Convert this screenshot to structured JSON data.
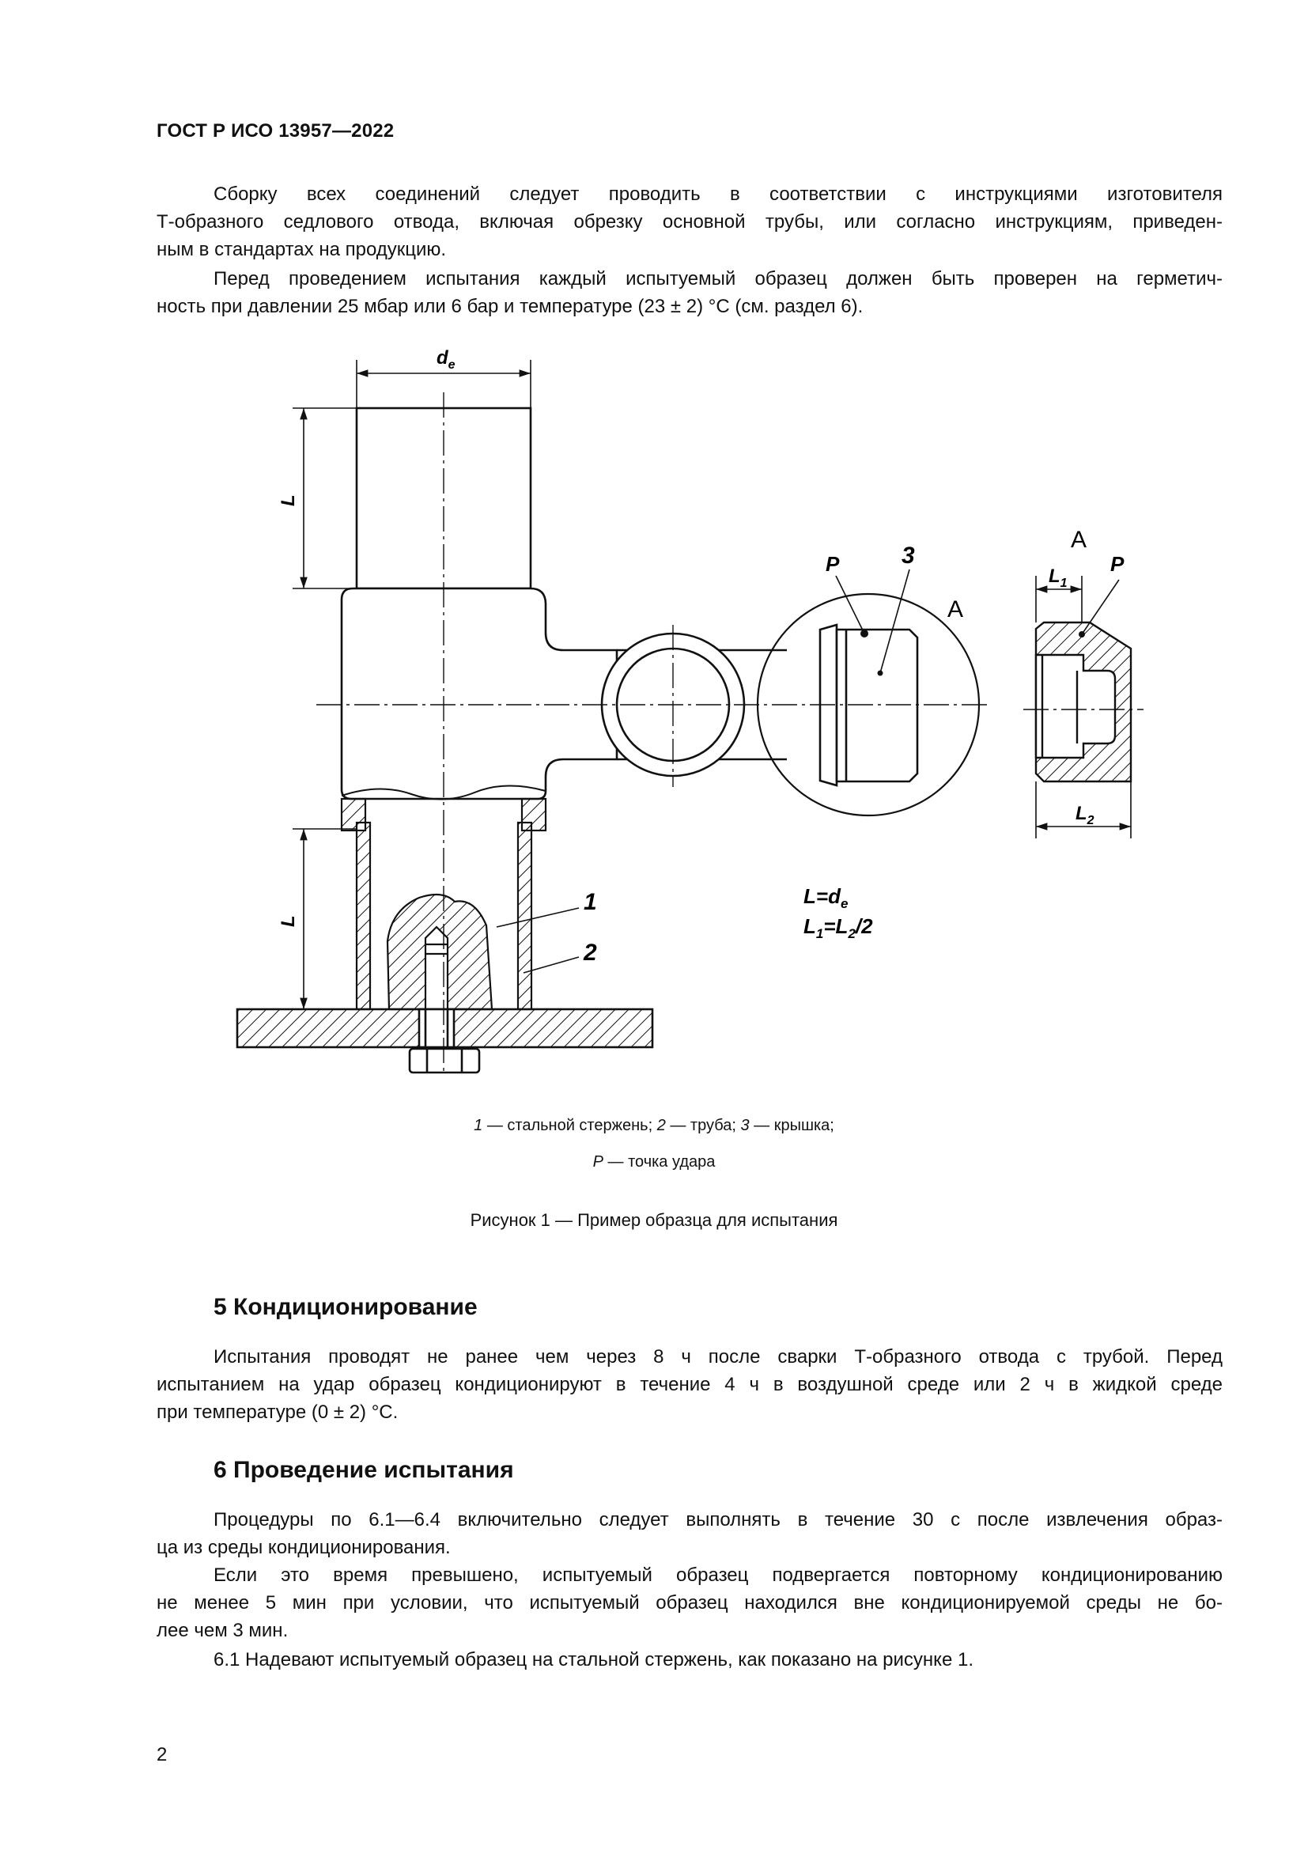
{
  "header": {
    "doc_id": "ГОСТ Р ИСО 13957—2022"
  },
  "intro": {
    "p1_lines": [
      "Сборку всех соединений следует проводить в соответствии с инструкциями изготовителя",
      "Т-образного седлового отвода, включая обрезку основной трубы, или согласно инструкциям, приведен-",
      "ным в стандартах на продукцию."
    ],
    "p2_lines": [
      "Перед проведением испытания каждый испытуемый образец должен быть проверен на герметич-",
      "ность при давлении 25 мбар или 6 бар и температуре (23 ± 2) °C (см. раздел 6)."
    ]
  },
  "figure": {
    "labels": {
      "de": "d",
      "de_sub": "e",
      "L_top": "L",
      "L_bottom": "L",
      "P_main": "P",
      "num3": "3",
      "A_main": "A",
      "A_detail": "A",
      "L1": "L",
      "L1_sub": "1",
      "P_detail": "P",
      "L2": "L",
      "L2_sub": "2",
      "num1": "1",
      "num2": "2",
      "formula1_a": "L=d",
      "formula1_sub": "e",
      "formula2_a": "L",
      "formula2_sub1": "1",
      "formula2_b": "=L",
      "formula2_sub2": "2",
      "formula2_c": "/2"
    },
    "legend_line1_parts": [
      "1",
      " — стальной стержень; ",
      "2",
      " — труба; ",
      "3",
      " — крышка;"
    ],
    "legend_line2_parts": [
      "P",
      " — точка удара"
    ],
    "caption": "Рисунок 1 — Пример образца для испытания"
  },
  "section5": {
    "title": "5  Кондиционирование",
    "lines": [
      "Испытания проводят не ранее чем через 8 ч после сварки Т-образного отвода с трубой. Перед",
      "испытанием на удар образец кондиционируют в течение 4 ч в воздушной среде или 2 ч в жидкой среде",
      "при температуре (0 ± 2) °C."
    ]
  },
  "section6": {
    "title": "6  Проведение испытания",
    "p1_lines": [
      "Процедуры по 6.1—6.4 включительно следует выполнять в течение 30 с после извлечения образ-",
      "ца из среды кондиционирования."
    ],
    "p2_lines": [
      "Если это время превышено, испытуемый образец подвергается повторному кондиционированию",
      "не менее 5 мин при условии, что испытуемый образец находился вне кондиционируемой среды не бо-",
      "лее чем 3 мин."
    ],
    "p3": "6.1  Надевают испытуемый образец на стальной стержень, как показано на рисунке 1."
  },
  "page_number": "2"
}
